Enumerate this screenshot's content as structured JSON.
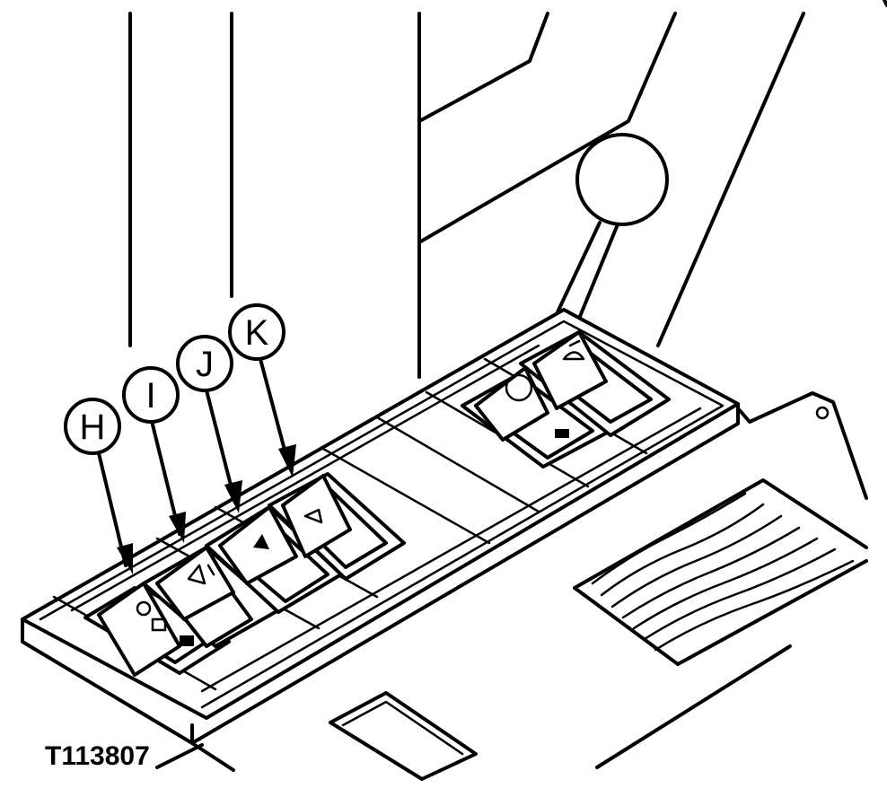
{
  "figure_id": "T113807",
  "callouts": [
    {
      "key": "h",
      "label": "H"
    },
    {
      "key": "i",
      "label": "I"
    },
    {
      "key": "j",
      "label": "J"
    },
    {
      "key": "k",
      "label": "K"
    }
  ],
  "switch_icons": {
    "h": "multi-symbol-icon",
    "i": "triangle-arrow-icon",
    "j": "triangle-icon",
    "k": "horn-icon",
    "rear_left": "circle-icon",
    "rear_right": "bell-icon",
    "rear_lower": "grid-icon"
  }
}
